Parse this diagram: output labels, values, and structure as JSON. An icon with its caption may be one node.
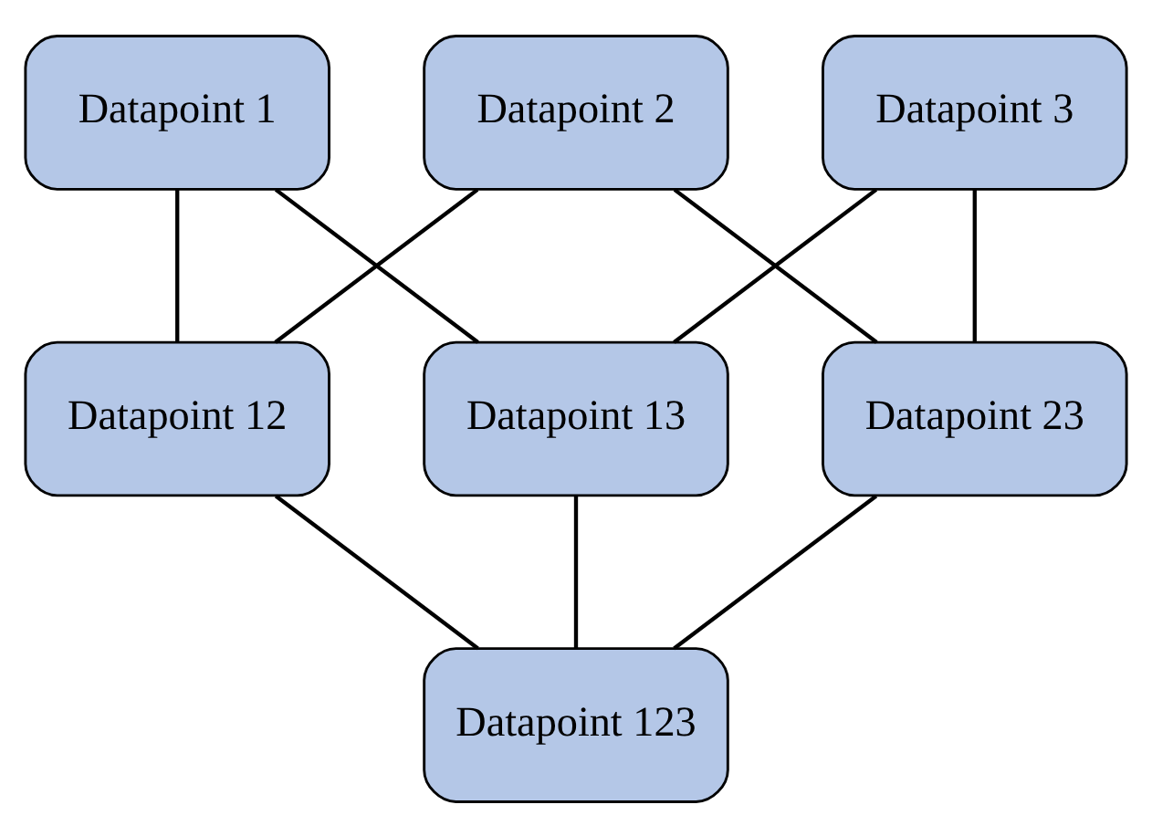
{
  "diagram": {
    "nodes": [
      {
        "text": [
          "Datapoint 1"
        ]
      },
      {
        "text": [
          "Datapoint 2"
        ]
      },
      {
        "text": [
          "Datapoint 3"
        ]
      },
      {
        "text": [
          "Datapoint 12"
        ]
      },
      {
        "text": [
          "Datapoint 13"
        ]
      },
      {
        "text": [
          "Datapoint 23"
        ]
      },
      {
        "text": [
          "Datapoint 123"
        ]
      }
    ],
    "edges": [
      {
        "from": 0,
        "to": 3,
        "arrow": "none"
      },
      {
        "from": 0,
        "to": 4,
        "arrow": "none"
      },
      {
        "from": 1,
        "to": 3,
        "arrow": "none"
      },
      {
        "from": 1,
        "to": 5,
        "arrow": "none"
      },
      {
        "from": 2,
        "to": 4,
        "arrow": "none"
      },
      {
        "from": 2,
        "to": 5,
        "arrow": "none"
      },
      {
        "from": 3,
        "to": 6,
        "arrow": "none"
      },
      {
        "from": 4,
        "to": 6,
        "arrow": "none"
      },
      {
        "from": 5,
        "to": 6,
        "arrow": "none"
      }
    ]
  }
}
